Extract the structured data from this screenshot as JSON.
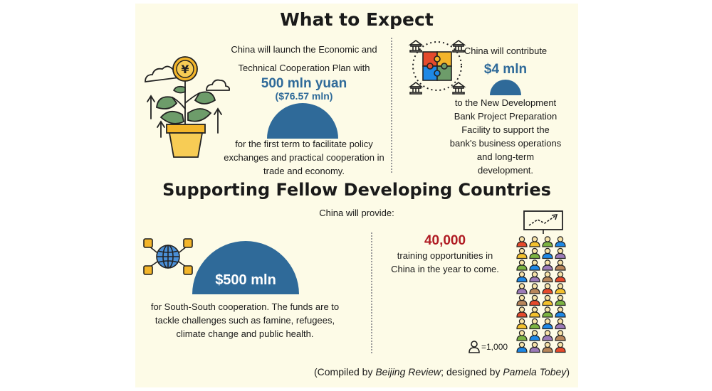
{
  "section1": {
    "title": "What to Expect",
    "plan": {
      "text_before": "China will launch the Economic and Technical Cooperation Plan with",
      "amount": "500 mln yuan",
      "amount_usd": "($76.57 mln)",
      "value_mln_usd": 76.57,
      "text_after": "for the first term to facilitate policy exchanges and practical cooperation in trade and economy.",
      "icon": "money-plant-icon"
    },
    "ndb": {
      "text_before": "China will contribute",
      "amount": "$4 mln",
      "value_mln_usd": 4,
      "text_after": "to the New Development Bank Project Preparation Facility to support the bank's business operations and long-term development.",
      "icon": "puzzle-banks-icon"
    }
  },
  "section2": {
    "title": "Supporting Fellow Developing Countries",
    "intro": "China will provide:",
    "fund": {
      "amount": "$500 mln",
      "value_mln_usd": 500,
      "text": "for South-South cooperation. The funds are to tackle challenges such as famine, refugees, climate change and public health.",
      "icon": "globe-network-icon"
    },
    "training": {
      "amount": "40,000",
      "value": 40000,
      "text": "training opportunities in China in the year to come.",
      "legend": "=1,000",
      "icon": "people-chart-icon"
    }
  },
  "credit": {
    "open": "(Compiled by ",
    "source": "Beijing Review",
    "middle": "; designed by ",
    "designer": "Pamela Tobey",
    "close": ")"
  },
  "colors": {
    "panel": "#fdfbe7",
    "accent_blue": "#2f6a99",
    "accent_red": "#b01c24",
    "people": [
      "#e54a2c",
      "#f3c12d",
      "#7cb342",
      "#1e88e5",
      "#9c7bb8",
      "#b8865b"
    ]
  }
}
